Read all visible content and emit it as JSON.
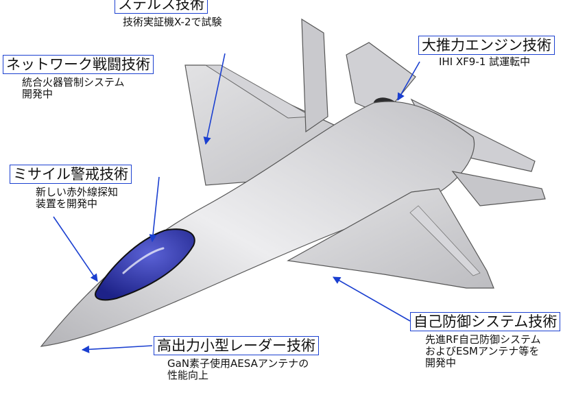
{
  "callouts": {
    "stealth": {
      "title": "ステルス技術",
      "lines": [
        "技術実証機X-2で試験"
      ]
    },
    "network": {
      "title": "ネットワーク戦闘技術",
      "lines": [
        "統合火器管制システム",
        "開発中"
      ]
    },
    "engine": {
      "title": "大推力エンジン技術",
      "lines": [
        "IHI XF9-1 試運転中"
      ]
    },
    "missile_warning": {
      "title": "ミサイル警戒技術",
      "lines": [
        "新しい赤外線探知",
        "装置を開発中"
      ]
    },
    "self_defense": {
      "title": "自己防御システム技術",
      "lines": [
        "先進RF自己防御システム",
        "およびESMアンテナ等を",
        "開発中"
      ]
    },
    "radar": {
      "title": "高出力小型レーダー技術",
      "lines": [
        "GaN素子使用AESAアンテナの",
        "性能向上"
      ]
    }
  },
  "colors": {
    "callout_border": "#1a3fd0",
    "leader_line": "#1a3fd0",
    "canopy": "#2a2f9e",
    "airframe": "#c8c8cc"
  }
}
